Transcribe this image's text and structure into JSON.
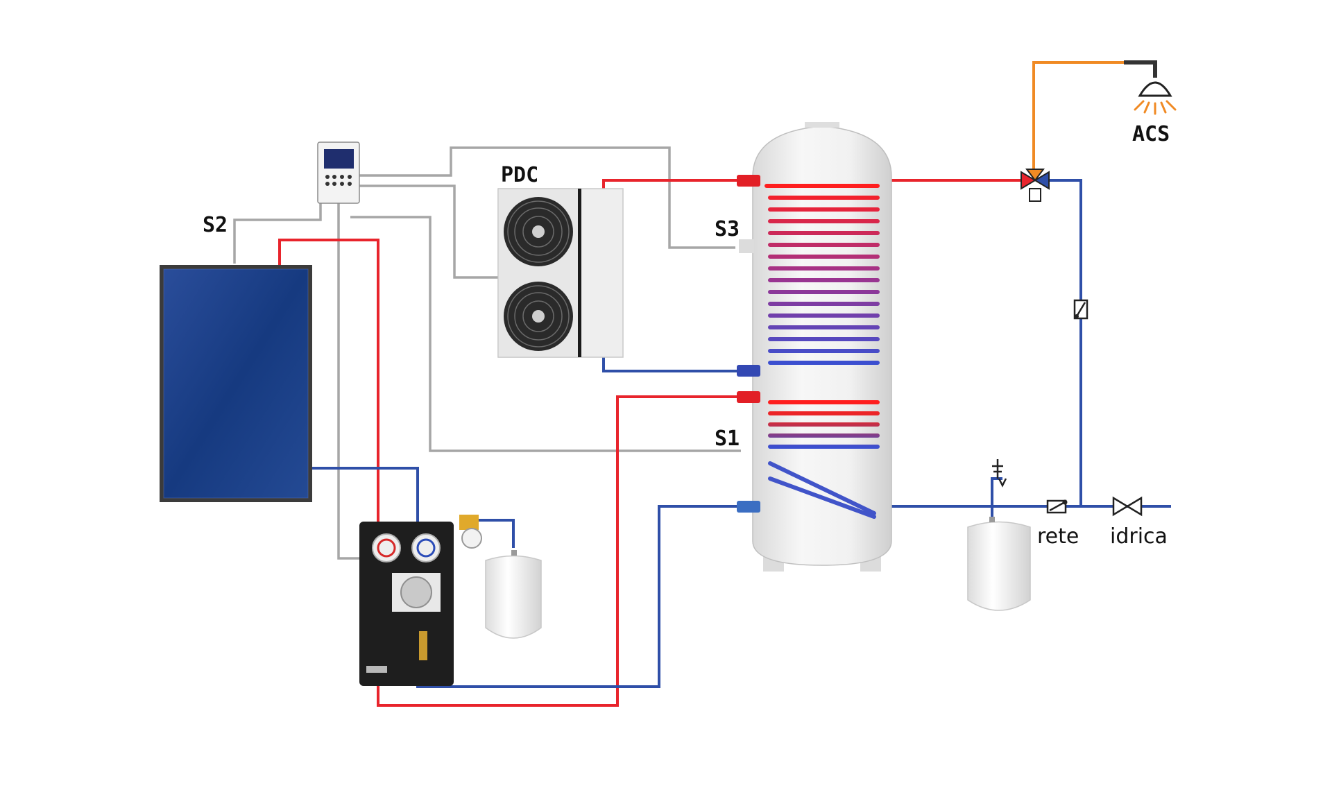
{
  "labels": {
    "heat_pump": "PDC",
    "sensor_s1": "S1",
    "sensor_s2": "S2",
    "sensor_s3": "S3",
    "hot_water": "ACS",
    "network": "rete",
    "water_mains": "idrica"
  },
  "colors": {
    "hot_pipe": "#e8242c",
    "cold_pipe": "#2f4fa8",
    "sensor_wire": "#a6a6a6",
    "domestic_hot_water": "#f08a24",
    "tank": "#eeeeee",
    "collector": "#1f3f82"
  },
  "icons": {
    "collector": "solar-collector-icon",
    "controller": "controller-icon",
    "heat_pump": "heat-pump-icon",
    "tank": "storage-tank-icon",
    "pump_station": "pump-station-icon",
    "expansion_vessel": "expansion-vessel-icon",
    "mixing_valve": "mixing-valve-icon",
    "shower": "shower-icon",
    "check_valve": "check-valve-icon",
    "gate_valve": "gate-valve-icon",
    "safety_valve": "safety-valve-icon"
  }
}
